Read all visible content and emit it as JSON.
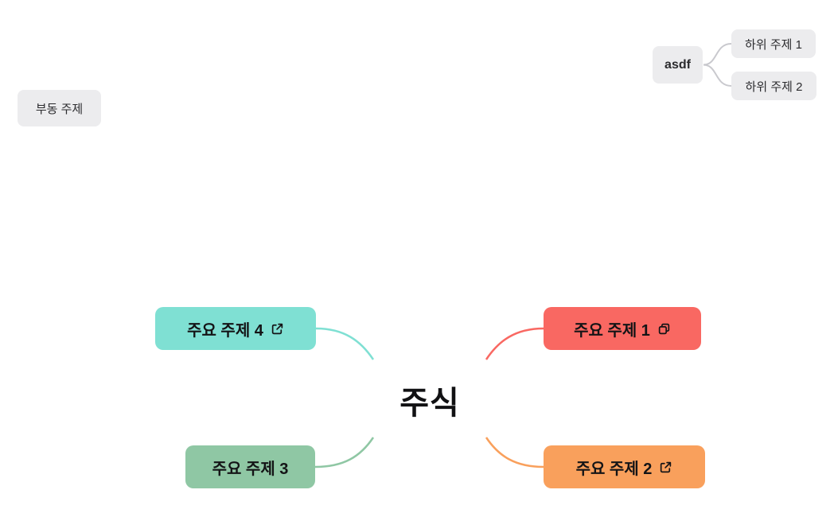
{
  "root_topic": {
    "label": "주식"
  },
  "floating_topic": {
    "label": "부동 주제"
  },
  "detached_topic": {
    "label": "asdf",
    "children": [
      {
        "label": "하위 주제 1"
      },
      {
        "label": "하위 주제 2"
      }
    ]
  },
  "main_topics": [
    {
      "label": "주요 주제 1",
      "color": "#f96862",
      "icon": "duplicate-icon"
    },
    {
      "label": "주요 주제 2",
      "color": "#f9a05c",
      "icon": "external-link-icon"
    },
    {
      "label": "주요 주제 3",
      "color": "#8fc7a4",
      "icon": ""
    },
    {
      "label": "주요 주제 4",
      "color": "#7fe0d3",
      "icon": "external-link-icon"
    }
  ],
  "colors": {
    "canvas_bg": "#ffffff",
    "gray_node_bg": "#ececee",
    "connector_gray": "#c9c9ce",
    "text": "#141416"
  }
}
